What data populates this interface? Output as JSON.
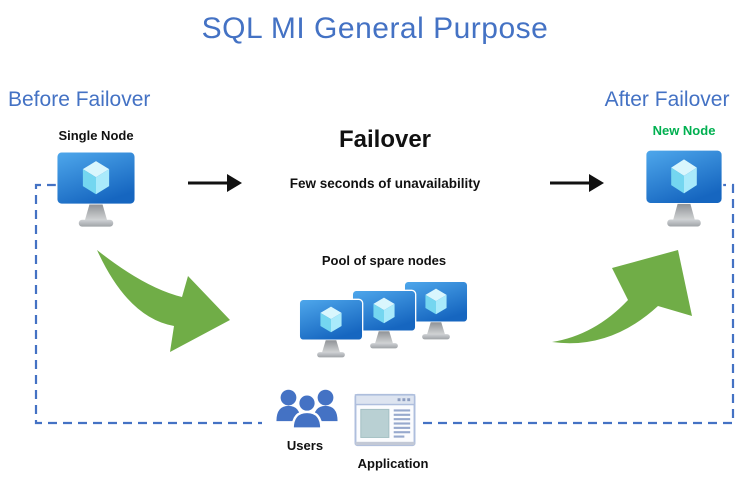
{
  "title": "SQL MI General Purpose",
  "before": {
    "label": "Before Failover",
    "node_label": "Single Node"
  },
  "after": {
    "label": "After Failover",
    "node_label": "New Node"
  },
  "failover": {
    "heading": "Failover",
    "subheading": "Few seconds of unavailability"
  },
  "pool": {
    "label": "Pool of spare nodes",
    "node_count": 3
  },
  "actors": {
    "users_label": "Users",
    "application_label": "Application"
  },
  "icons": {
    "node": "azure-vm-monitor-icon",
    "users": "users-group-icon",
    "application": "app-window-icon",
    "flow": "right-arrow-icon",
    "failover_flow": "curved-green-arrow-icon",
    "connector": "dashed-rectangle-connector"
  },
  "colors": {
    "heading_blue": "#4472C4",
    "new_node_green": "#00B050",
    "arrow_green": "#70AD47",
    "dashed_connector_blue": "#4472C4",
    "monitor_screen_top": "#4FA8EC",
    "monitor_screen_bottom": "#1666C0",
    "text_black": "#111111"
  }
}
